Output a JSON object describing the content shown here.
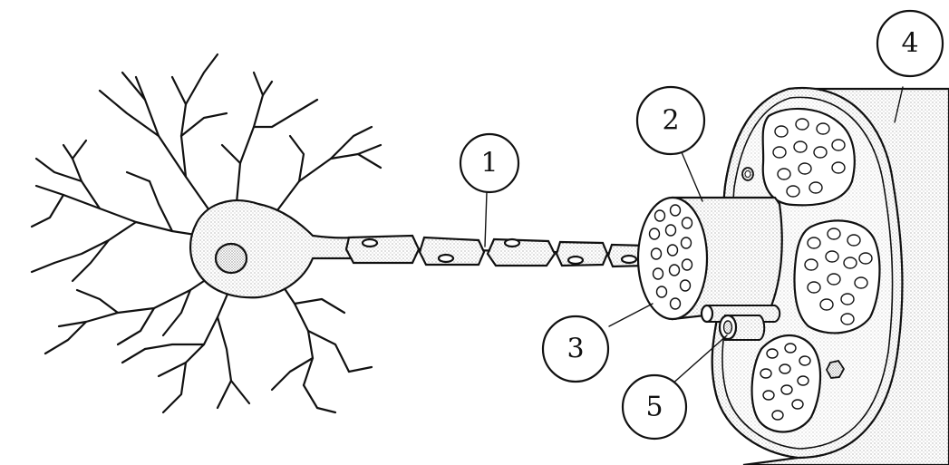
{
  "diagram": {
    "callouts": [
      {
        "id": "1",
        "label": "1"
      },
      {
        "id": "2",
        "label": "2"
      },
      {
        "id": "3",
        "label": "3"
      },
      {
        "id": "4",
        "label": "4"
      },
      {
        "id": "5",
        "label": "5"
      }
    ]
  },
  "colors": {
    "stroke": "#111111",
    "stipple": "#666666",
    "background": "#ffffff"
  }
}
